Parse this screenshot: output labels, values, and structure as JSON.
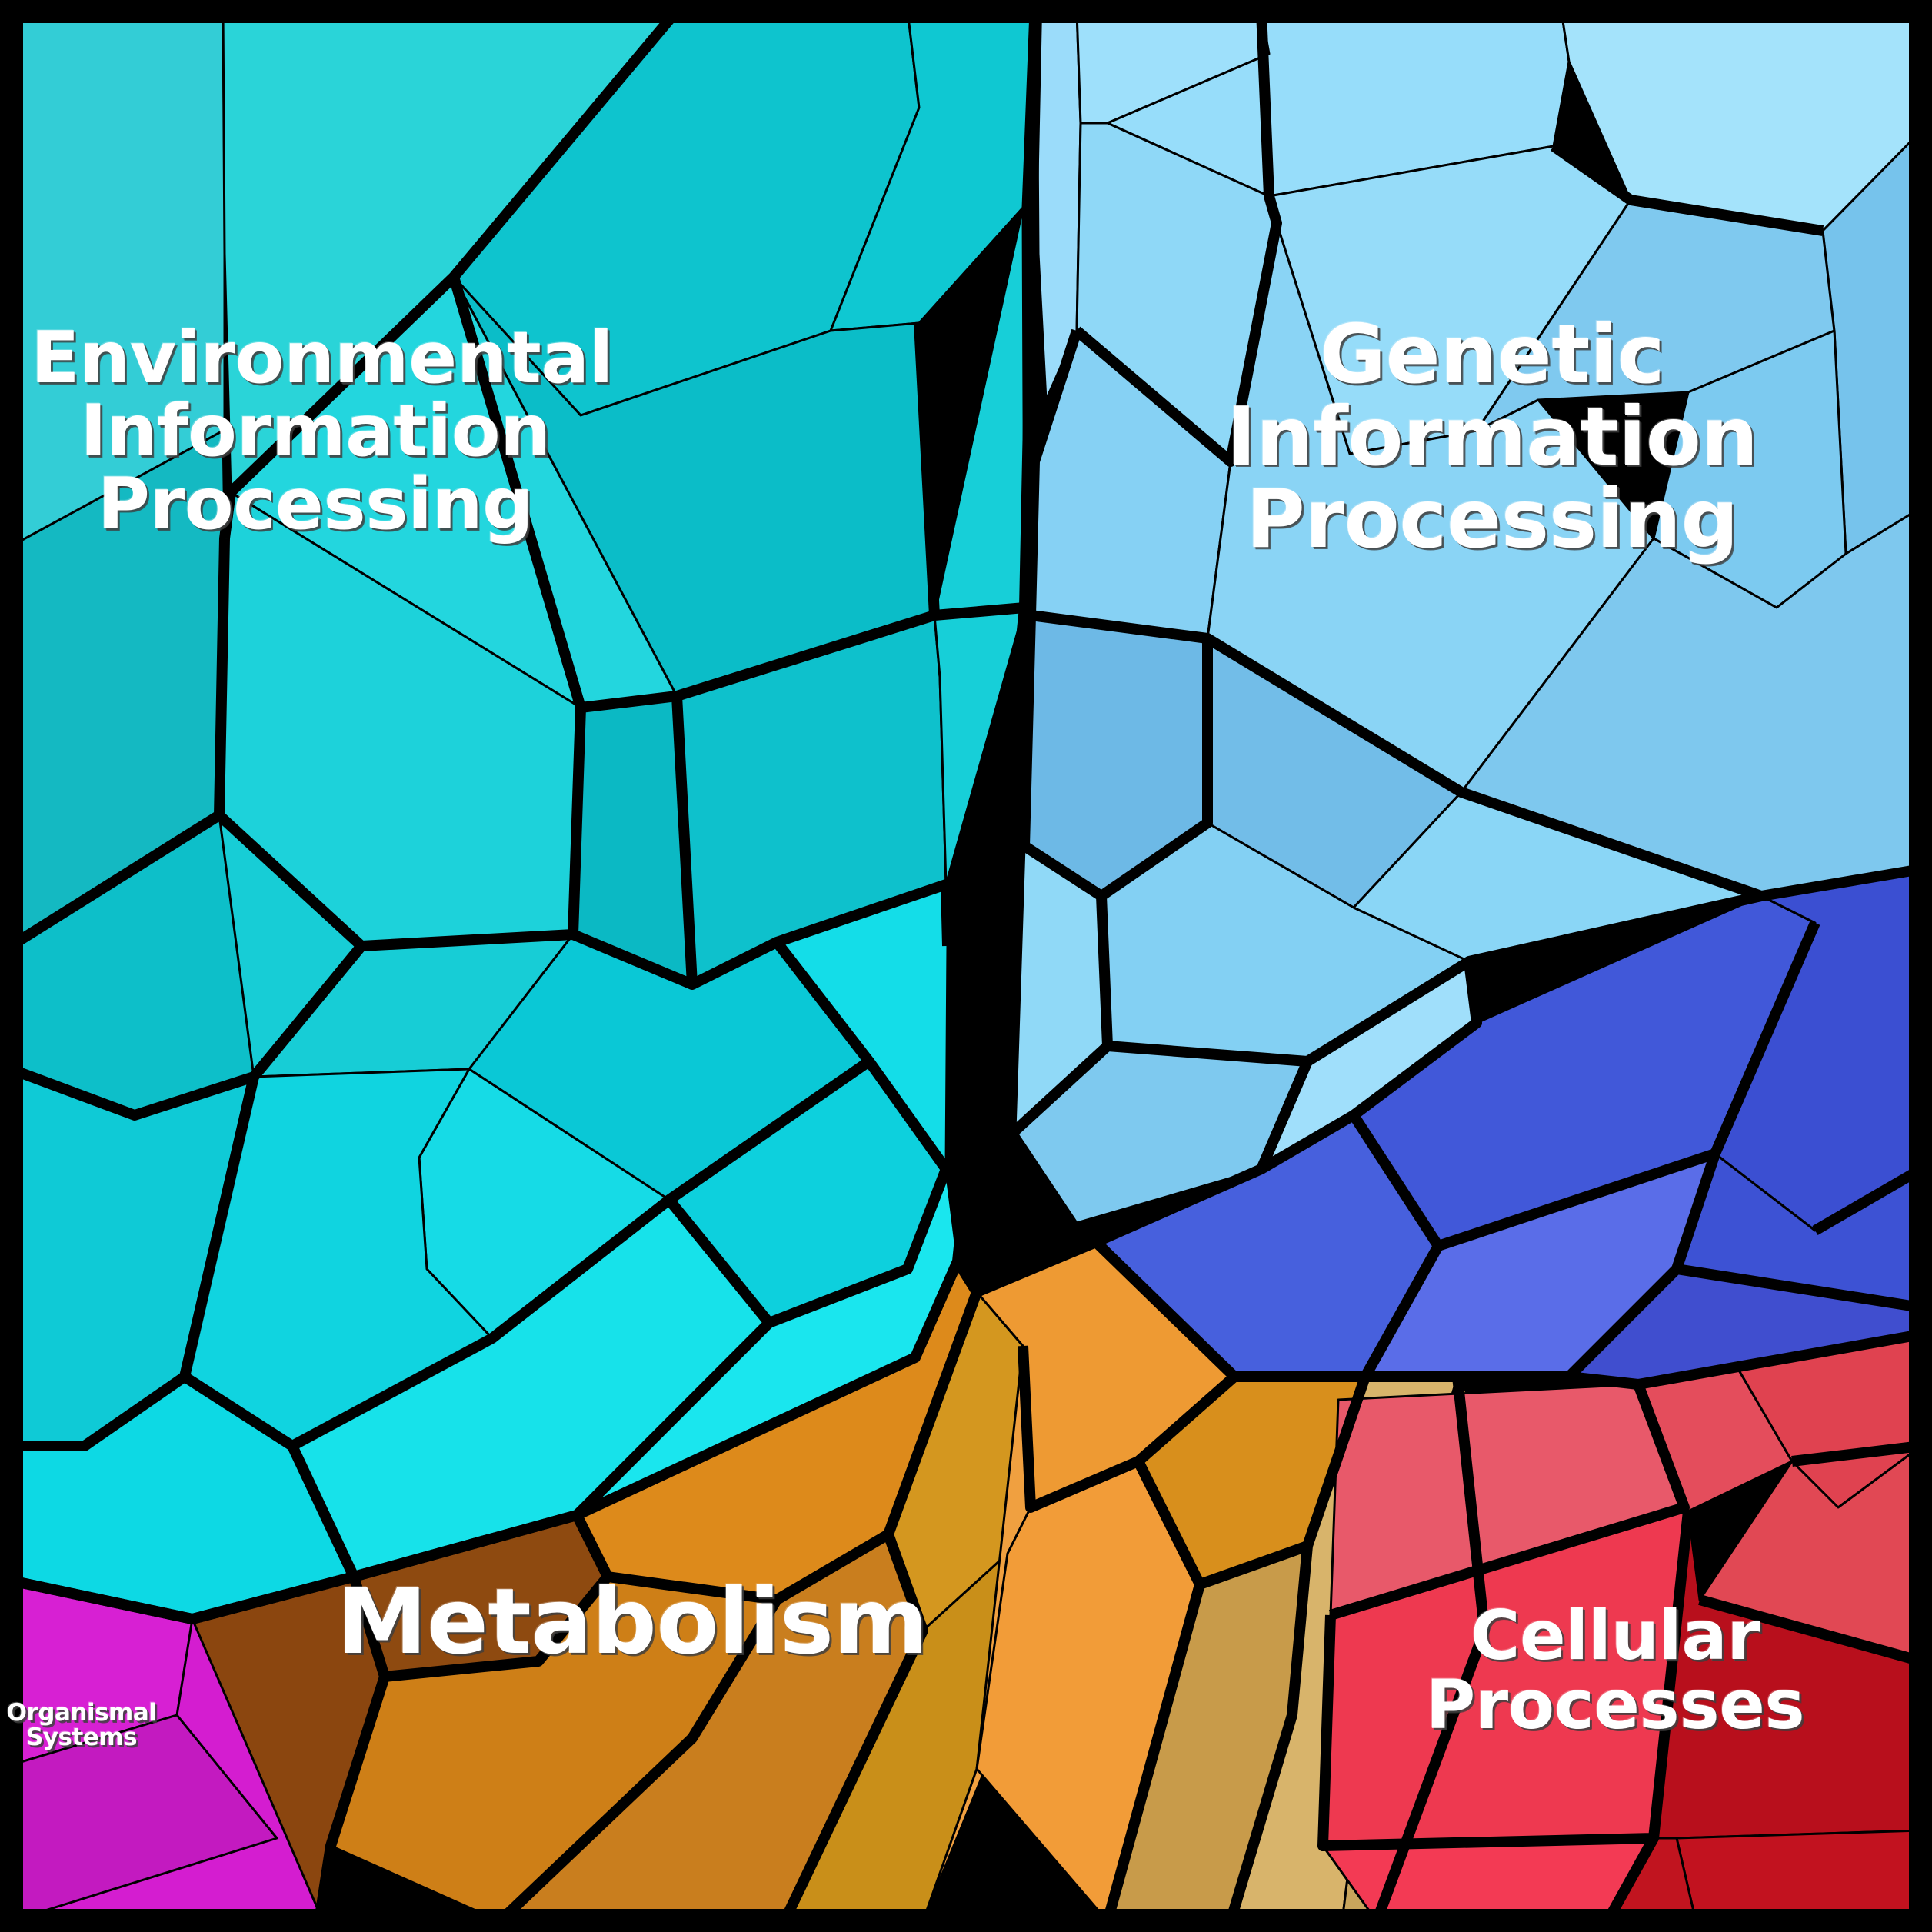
{
  "figure": {
    "type": "voronoi-treemap",
    "background_color": "#000000",
    "border_color": "#000000"
  },
  "regions": [
    {
      "id": "environmental-information-processing",
      "label": "Environmental\nInformation\nProcessing",
      "label_short": "Environmental Information Processing",
      "accent_color": "#1ad7e0",
      "palette": [
        "#2ecdd6",
        "#14b8c4",
        "#3ed8de",
        "#0fc2ce",
        "#22d3e0",
        "#1cc9d4",
        "#2dd8dd",
        "#0ecfd9",
        "#19e0e8",
        "#26c6d1",
        "#0dd3dd",
        "#35dbe2",
        "#10c9d4",
        "#20cfdb",
        "#18d8e3",
        "#29d1d8",
        "#0ac5d0",
        "#1ee5ec",
        "#2bd6dd",
        "#13cad5"
      ],
      "cell_count": 22
    },
    {
      "id": "genetic-information-processing",
      "label": "Genetic\nInformation\nProcessing",
      "label_short": "Genetic Information Processing",
      "accent_color": "#8ed7f7",
      "palette": [
        "#9adcf9",
        "#6cb8e5",
        "#8ed4f5",
        "#7cc6ec",
        "#a2e0fa",
        "#6fbbe8",
        "#87d1f3",
        "#96d9f7",
        "#5fb0e2",
        "#8ad2f4",
        "#7fc9ef",
        "#8fd6f6",
        "#74bfe9",
        "#4c6fe0",
        "#3f5fd8",
        "#3349cf",
        "#5a6ee8",
        "#4558db",
        "#2f3fc9",
        "#6374ea"
      ],
      "cell_count": 20
    },
    {
      "id": "metabolism",
      "label": "Metabolism",
      "label_short": "Metabolism",
      "accent_color": "#e08a1e",
      "palette": [
        "#dd8c1c",
        "#cf7f18",
        "#f09a33",
        "#c98422",
        "#d5921f",
        "#8f4a10",
        "#b86e22",
        "#c77a2a",
        "#d9a02a",
        "#cb9326",
        "#b8762c",
        "#c9a04a",
        "#d9b46a",
        "#c2a05a",
        "#e0a020",
        "#f2a246",
        "#a55c16",
        "#d4a85e",
        "#bd8f3a",
        "#cc8b2e"
      ],
      "cell_count": 22
    },
    {
      "id": "cellular-processes",
      "label": "Cellular\nProcesses",
      "label_short": "Cellular Processes",
      "accent_color": "#ef3f52",
      "palette": [
        "#ed3c52",
        "#e8596a",
        "#e04452",
        "#d93a42",
        "#c2121f",
        "#b80f1c",
        "#f0465c",
        "#e7515e",
        "#d12a36",
        "#ef3048"
      ],
      "cell_count": 11
    },
    {
      "id": "organismal-systems",
      "label": "Organismal\nSystems",
      "label_short": "Organismal Systems",
      "accent_color": "#cc1dc4",
      "palette": [
        "#d41dd0",
        "#c31ac0",
        "#cc20c8"
      ],
      "cell_count": 3
    }
  ],
  "chart_data": {
    "type": "treemap",
    "title": "",
    "hierarchy_levels": 2,
    "top_level_categories": [
      "Environmental Information Processing",
      "Genetic Information Processing",
      "Metabolism",
      "Cellular Processes",
      "Organismal Systems"
    ],
    "approximate_area_shares_percent": {
      "Environmental Information Processing": 29,
      "Genetic Information Processing": 28,
      "Metabolism": 24,
      "Cellular Processes": 14,
      "Organismal Systems": 5
    },
    "legend": "none",
    "axis": "none",
    "grid": false
  }
}
